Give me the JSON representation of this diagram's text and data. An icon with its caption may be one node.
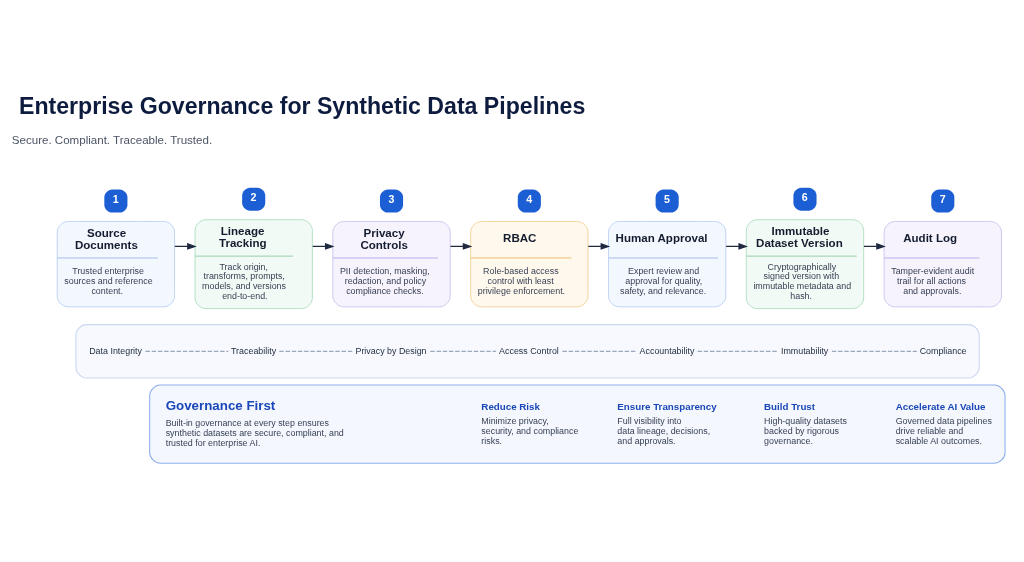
{
  "diagram": {
    "title": "Enterprise Governance for Synthetic Data Pipelines",
    "nodes": [
      {
        "text": [
          "Source Documents",
          "Trusted enterprise sources and reference content."
        ],
        "beside": [
          "1"
        ]
      },
      {
        "text": [
          "Lineage Tracking",
          "Track origin, transforms, prompts, models, and versions end-to-end."
        ],
        "beside": [
          "2"
        ]
      },
      {
        "text": [
          "Privacy Controls",
          "PII detection, masking, redaction, and policy compliance checks."
        ],
        "beside": [
          "3"
        ]
      },
      {
        "text": [
          "RBAC",
          "Role-based access control with least privilege enforcement."
        ],
        "beside": [
          "4"
        ]
      },
      {
        "text": [
          "Human Approval",
          "Expert review and approval for quality, safety, and relevance."
        ],
        "beside": [
          "5"
        ]
      },
      {
        "text": [
          "Immutable Dataset Version",
          "Cryptographically signed version with immutable metadata and hash."
        ],
        "beside": [
          "6"
        ]
      },
      {
        "text": [
          "Audit Log",
          "Tamper-evident audit trail for all actions and approvals."
        ],
        "beside": [
          "7"
        ]
      },
      {
        "text": [],
        "shape": "band"
      },
      {
        "text": [
          "Data Integrity"
        ],
        "in": 7
      },
      {
        "text": [
          "Traceability"
        ],
        "in": 7
      },
      {
        "text": [
          "Privacy by Design"
        ],
        "in": 7
      },
      {
        "text": [
          "Access Control"
        ],
        "in": 7
      },
      {
        "text": [
          "Accountability"
        ],
        "in": 7
      },
      {
        "text": [
          "Immutability"
        ],
        "in": 7
      },
      {
        "text": [
          "Compliance"
        ],
        "in": 7
      },
      {
        "text": [],
        "shape": "band"
      },
      {
        "text": [
          "Governance First",
          "Built-in governance at every step ensures synthetic datasets are secure, compliant, and trusted for enterprise AI."
        ],
        "in": 15
      },
      {
        "text": [
          "Reduce Risk",
          "Minimize privacy, security, and compliance risks."
        ],
        "in": 15
      },
      {
        "text": [
          "Ensure Transparency",
          "Full visibility into data lineage, decisions, and approvals."
        ],
        "in": 15
      },
      {
        "text": [
          "Build Trust",
          "High-quality datasets backed by rigorous governance."
        ],
        "in": 15
      },
      {
        "text": [
          "Accelerate AI Value",
          "Governed data pipelines drive reliable and scalable AI outcomes."
        ],
        "in": 15
      }
    ],
    "edges": [
      {
        "from": 0,
        "to": 1,
        "arrow": "to"
      },
      {
        "from": 1,
        "to": 2,
        "arrow": "to"
      },
      {
        "from": 2,
        "to": 3,
        "arrow": "to"
      },
      {
        "from": 3,
        "to": 4,
        "arrow": "to"
      },
      {
        "from": 4,
        "to": 5,
        "arrow": "to"
      },
      {
        "from": 5,
        "to": 6,
        "arrow": "to"
      },
      {
        "from": 8,
        "to": 9,
        "arrow": "none",
        "style": "dashed",
        "color": "#9aa6bc"
      },
      {
        "from": 9,
        "to": 10,
        "arrow": "none",
        "style": "dashed",
        "color": "#9aa6bc"
      },
      {
        "from": 10,
        "to": 11,
        "arrow": "none",
        "style": "dashed",
        "color": "#9aa6bc"
      },
      {
        "from": 11,
        "to": 12,
        "arrow": "none",
        "style": "dashed",
        "color": "#9aa6bc"
      },
      {
        "from": 12,
        "to": 13,
        "arrow": "none",
        "style": "dashed",
        "color": "#9aa6bc"
      },
      {
        "from": 13,
        "to": 14,
        "arrow": "none",
        "style": "dashed",
        "color": "#9aa6bc"
      }
    ],
    "labels": [
      "Secure. Compliant. Traceable. Trusted."
    ]
  }
}
